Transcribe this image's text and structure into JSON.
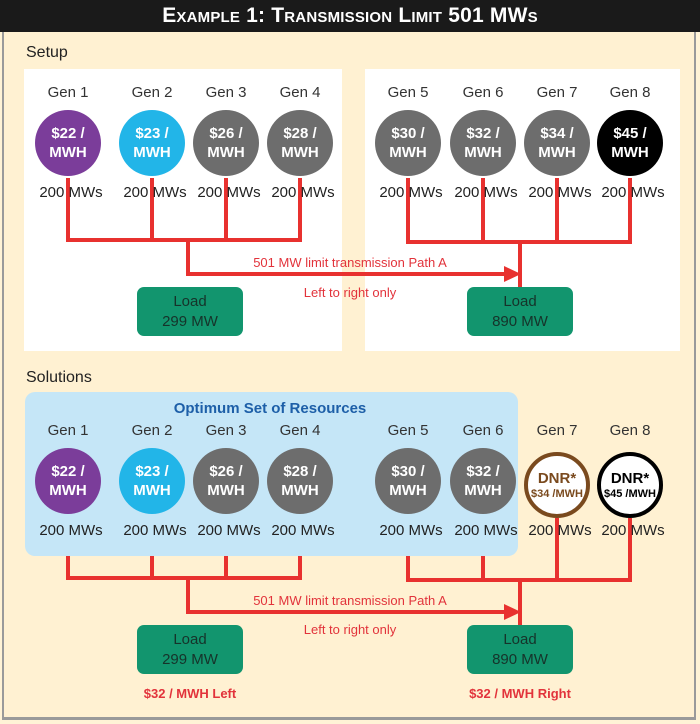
{
  "title": {
    "prefix": "Example 1: Transmission Limit 501 MWs"
  },
  "setup": {
    "label": "Setup",
    "generators": [
      {
        "name": "Gen 1",
        "price": "$22 /",
        "unit": "MWH",
        "capacity": "200 MWs",
        "color": "#7b3d9a"
      },
      {
        "name": "Gen 2",
        "price": "$23 /",
        "unit": "MWH",
        "capacity": "200 MWs",
        "color": "#22b5e8"
      },
      {
        "name": "Gen 3",
        "price": "$26 /",
        "unit": "MWH",
        "capacity": "200 MWs",
        "color": "#6d6d6d"
      },
      {
        "name": "Gen 4",
        "price": "$28 /",
        "unit": "MWH",
        "capacity": "200 MWs",
        "color": "#6d6d6d"
      },
      {
        "name": "Gen 5",
        "price": "$30 /",
        "unit": "MWH",
        "capacity": "200 MWs",
        "color": "#6d6d6d"
      },
      {
        "name": "Gen 6",
        "price": "$32 /",
        "unit": "MWH",
        "capacity": "200 MWs",
        "color": "#6d6d6d"
      },
      {
        "name": "Gen 7",
        "price": "$34 /",
        "unit": "MWH",
        "capacity": "200 MWs",
        "color": "#6d6d6d"
      },
      {
        "name": "Gen 8",
        "price": "$45 /",
        "unit": "MWH",
        "capacity": "200 MWs",
        "color": "#000000"
      }
    ],
    "path_label": "501 MW limit transmission Path A",
    "direction_label": "Left to right only",
    "loads": [
      {
        "title": "Load",
        "value": "299 MW"
      },
      {
        "title": "Load",
        "value": "890 MW"
      }
    ]
  },
  "solutions": {
    "label": "Solutions",
    "optimum_title": "Optimum Set of Resources",
    "generators": [
      {
        "name": "Gen 1",
        "price": "$22 /",
        "unit": "MWH",
        "capacity": "200 MWs",
        "color": "#7b3d9a"
      },
      {
        "name": "Gen 2",
        "price": "$23 /",
        "unit": "MWH",
        "capacity": "200 MWs",
        "color": "#22b5e8"
      },
      {
        "name": "Gen 3",
        "price": "$26 /",
        "unit": "MWH",
        "capacity": "200 MWs",
        "color": "#6d6d6d"
      },
      {
        "name": "Gen 4",
        "price": "$28 /",
        "unit": "MWH",
        "capacity": "200 MWs",
        "color": "#6d6d6d"
      },
      {
        "name": "Gen 5",
        "price": "$30 /",
        "unit": "MWH",
        "capacity": "200 MWs",
        "color": "#6d6d6d"
      },
      {
        "name": "Gen 6",
        "price": "$32 /",
        "unit": "MWH",
        "capacity": "200 MWs",
        "color": "#6d6d6d"
      },
      {
        "name": "Gen 7",
        "dnr": "DNR*",
        "price": "$34 /MWH",
        "capacity": "200 MWs",
        "color": "#7a4a1e"
      },
      {
        "name": "Gen 8",
        "dnr": "DNR*",
        "price": "$45 /MWH",
        "capacity": "200 MWs",
        "color": "#000000"
      }
    ],
    "path_label": "501 MW limit transmission Path A",
    "direction_label": "Left to right only",
    "loads": [
      {
        "title": "Load",
        "value": "299 MW",
        "price": "$32 / MWH Left"
      },
      {
        "title": "Load",
        "value": "890 MW",
        "price": "$32 / MWH Right"
      }
    ]
  },
  "colors": {
    "wire": "#e8312f",
    "load": "#12956e",
    "optimum_bg": "#c5e6f7",
    "background": "#fff1d2",
    "title_bg": "#1a1a1a"
  }
}
